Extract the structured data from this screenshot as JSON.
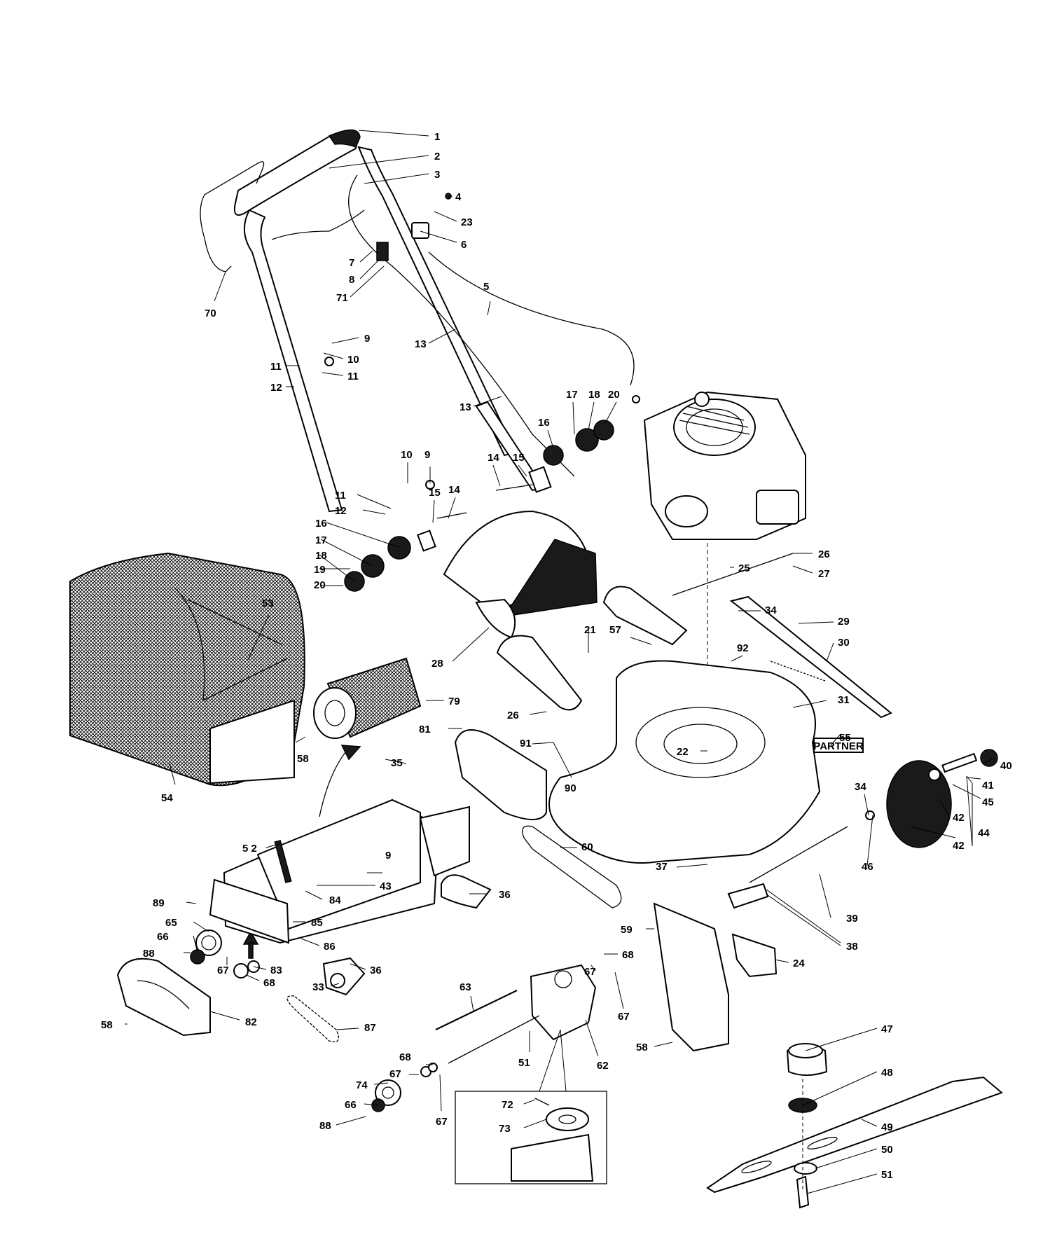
{
  "brand_plate": "PARTNER",
  "callouts": [
    {
      "id": "c1",
      "text": "1"
    },
    {
      "id": "c2",
      "text": "2"
    },
    {
      "id": "c3",
      "text": "3"
    },
    {
      "id": "c4",
      "text": "4"
    },
    {
      "id": "c23",
      "text": "23"
    },
    {
      "id": "c6",
      "text": "6"
    },
    {
      "id": "c7",
      "text": "7"
    },
    {
      "id": "c8",
      "text": "8"
    },
    {
      "id": "c71",
      "text": "71"
    },
    {
      "id": "c70",
      "text": "70"
    },
    {
      "id": "c5",
      "text": "5"
    },
    {
      "id": "c9a",
      "text": "9"
    },
    {
      "id": "c10a",
      "text": "10"
    },
    {
      "id": "c11a",
      "text": "11"
    },
    {
      "id": "c11b",
      "text": "11"
    },
    {
      "id": "c12a",
      "text": "12"
    },
    {
      "id": "c13a",
      "text": "13"
    },
    {
      "id": "c13b",
      "text": "13"
    },
    {
      "id": "c17a",
      "text": "17"
    },
    {
      "id": "c18a",
      "text": "18"
    },
    {
      "id": "c20a",
      "text": "20"
    },
    {
      "id": "c16a",
      "text": "16"
    },
    {
      "id": "c14a",
      "text": "14"
    },
    {
      "id": "c15a",
      "text": "15"
    },
    {
      "id": "c10b",
      "text": "10"
    },
    {
      "id": "c9b",
      "text": "9"
    },
    {
      "id": "c11c",
      "text": "11"
    },
    {
      "id": "c12b",
      "text": "12"
    },
    {
      "id": "c15b",
      "text": "15"
    },
    {
      "id": "c14b",
      "text": "14"
    },
    {
      "id": "c16b",
      "text": "16"
    },
    {
      "id": "c17b",
      "text": "17"
    },
    {
      "id": "c18b",
      "text": "18"
    },
    {
      "id": "c19",
      "text": "19"
    },
    {
      "id": "c20b",
      "text": "20"
    },
    {
      "id": "c53",
      "text": "53"
    },
    {
      "id": "c28",
      "text": "28"
    },
    {
      "id": "c26a",
      "text": "26"
    },
    {
      "id": "c25",
      "text": "25"
    },
    {
      "id": "c27",
      "text": "27"
    },
    {
      "id": "c34a",
      "text": "34"
    },
    {
      "id": "c29",
      "text": "29"
    },
    {
      "id": "c30",
      "text": "30"
    },
    {
      "id": "c57",
      "text": "57"
    },
    {
      "id": "c21",
      "text": "21"
    },
    {
      "id": "c92",
      "text": "92"
    },
    {
      "id": "c26b",
      "text": "26"
    },
    {
      "id": "c31",
      "text": "31"
    },
    {
      "id": "c79",
      "text": "79"
    },
    {
      "id": "c81",
      "text": "81"
    },
    {
      "id": "c91",
      "text": "91"
    },
    {
      "id": "c55",
      "text": "55"
    },
    {
      "id": "c22",
      "text": "22"
    },
    {
      "id": "c40",
      "text": "40"
    },
    {
      "id": "c58a",
      "text": "58"
    },
    {
      "id": "c54",
      "text": "54"
    },
    {
      "id": "c35",
      "text": "35"
    },
    {
      "id": "c34b",
      "text": "34"
    },
    {
      "id": "c41",
      "text": "41"
    },
    {
      "id": "c45",
      "text": "45"
    },
    {
      "id": "c42a",
      "text": "42"
    },
    {
      "id": "c44",
      "text": "44"
    },
    {
      "id": "c42b",
      "text": "42"
    },
    {
      "id": "c90",
      "text": "90"
    },
    {
      "id": "c60",
      "text": "60"
    },
    {
      "id": "c46",
      "text": "46"
    },
    {
      "id": "c52",
      "text": "5 2"
    },
    {
      "id": "c9c",
      "text": "9"
    },
    {
      "id": "c43",
      "text": "43"
    },
    {
      "id": "c37",
      "text": "37"
    },
    {
      "id": "c36a",
      "text": "36"
    },
    {
      "id": "c39",
      "text": "39"
    },
    {
      "id": "c89",
      "text": "89"
    },
    {
      "id": "c84",
      "text": "84"
    },
    {
      "id": "c85",
      "text": "85"
    },
    {
      "id": "c65",
      "text": "65"
    },
    {
      "id": "c66a",
      "text": "66"
    },
    {
      "id": "c86",
      "text": "86"
    },
    {
      "id": "c88a",
      "text": "88"
    },
    {
      "id": "c59",
      "text": "59"
    },
    {
      "id": "c38",
      "text": "38"
    },
    {
      "id": "c24",
      "text": "24"
    },
    {
      "id": "c67a",
      "text": "67"
    },
    {
      "id": "c83",
      "text": "83"
    },
    {
      "id": "c68a",
      "text": "68"
    },
    {
      "id": "c36b",
      "text": "36"
    },
    {
      "id": "c33",
      "text": "33"
    },
    {
      "id": "c68b",
      "text": "68"
    },
    {
      "id": "c67b",
      "text": "67"
    },
    {
      "id": "c67c",
      "text": "67"
    },
    {
      "id": "c63",
      "text": "63"
    },
    {
      "id": "c58b",
      "text": "58"
    },
    {
      "id": "c82",
      "text": "82"
    },
    {
      "id": "c87",
      "text": "87"
    },
    {
      "id": "c51a",
      "text": "51"
    },
    {
      "id": "c62",
      "text": "62"
    },
    {
      "id": "c58c",
      "text": "58"
    },
    {
      "id": "c47",
      "text": "47"
    },
    {
      "id": "c68c",
      "text": "68"
    },
    {
      "id": "c67d",
      "text": "67"
    },
    {
      "id": "c74",
      "text": "74"
    },
    {
      "id": "c48",
      "text": "48"
    },
    {
      "id": "c72",
      "text": "72"
    },
    {
      "id": "c66b",
      "text": "66"
    },
    {
      "id": "c73",
      "text": "73"
    },
    {
      "id": "c49",
      "text": "49"
    },
    {
      "id": "c88b",
      "text": "88"
    },
    {
      "id": "c67e",
      "text": "67"
    },
    {
      "id": "c50",
      "text": "50"
    },
    {
      "id": "c51b",
      "text": "51"
    }
  ]
}
